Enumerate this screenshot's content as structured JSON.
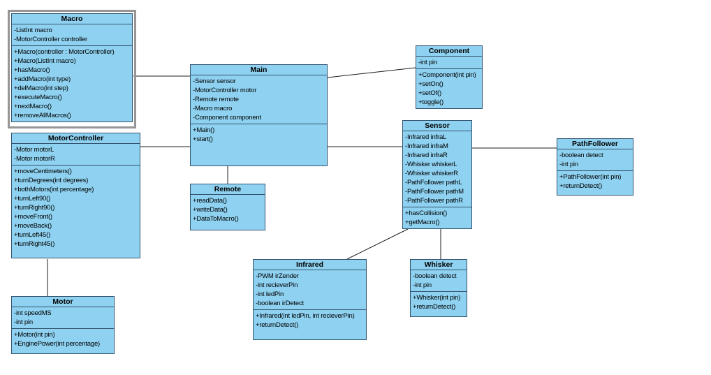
{
  "colors": {
    "class_fill": "#8ed1f0",
    "class_border": "#33536e",
    "selection_frame": "#969696",
    "connector": "#1c1c1c",
    "canvas_bg": "#ffffff"
  },
  "classes": {
    "macro": {
      "title": "Macro",
      "attributes": [
        "-ListInt macro",
        "-MotorController controller"
      ],
      "methods": [
        "+Macro(controller : MotorController)",
        "+Macro(ListInt macro)",
        "+hasMacro()",
        "+addMacro(int type)",
        "+delMacro(int step)",
        "+executeMacro()",
        "+nextMacro()",
        "+removeAllMacros()"
      ]
    },
    "motor_controller": {
      "title": "MotorController",
      "attributes": [
        "-Motor motorL",
        "-Motor motorR"
      ],
      "methods": [
        "+moveCentimeters()",
        "+turnDegrees(int degrees)",
        "+bothMotors(int percentage)",
        "+turnLeft90()",
        "+turnRight90()",
        "+moveFront()",
        "+moveBack()",
        "+turnLeft45()",
        "+turnRight45()"
      ]
    },
    "motor": {
      "title": "Motor",
      "attributes": [
        "-int speedMS",
        "-int pin"
      ],
      "methods": [
        "+Motor(int pin)",
        "+EnginePower(int percentage)"
      ]
    },
    "main": {
      "title": "Main",
      "attributes": [
        "-Sensor sensor",
        "-MotorController motor",
        "-Remote remote",
        "-Macro macro",
        "-Component component"
      ],
      "methods": [
        "+Main()",
        "+start()"
      ]
    },
    "remote": {
      "title": "Remote",
      "attributes": [],
      "methods": [
        "+readData()",
        "+writeData()",
        "+DataToMacro()"
      ]
    },
    "component": {
      "title": "Component",
      "attributes": [
        "-int pin"
      ],
      "methods": [
        "+Component(int pin)",
        "+setOn()",
        "+setOf()",
        "+toggle()"
      ]
    },
    "sensor": {
      "title": "Sensor",
      "attributes": [
        "-Infrared infraL",
        "-Infrared infraM",
        "-Infrared infraR",
        "-Whisker whiskerL",
        "-Whisker whiskerR",
        "-PathFollower pathL",
        "-PathFollower pathM",
        "-PathFollower pathR"
      ],
      "methods": [
        "+hasCollision()",
        "+getMacro()"
      ]
    },
    "infrared": {
      "title": "Infrared",
      "attributes": [
        "-PWM irZender",
        "-int recieverPin",
        "-int ledPin",
        "-boolean irDetect"
      ],
      "methods": [
        "+Infrared(int ledPin, int recieverPin)",
        "+returnDetect()"
      ]
    },
    "whisker": {
      "title": "Whisker",
      "attributes": [
        "-boolean detect",
        "-int pin"
      ],
      "methods": [
        "+Whisker(int pin)",
        "+returnDetect()"
      ]
    },
    "path_follower": {
      "title": "PathFollower",
      "attributes": [
        "-boolean detect",
        "-int pin"
      ],
      "methods": [
        "+PathFollower(int pin)",
        "+returnDetect()"
      ]
    }
  },
  "connectors": [
    {
      "from": "Macro",
      "to": "Main"
    },
    {
      "from": "MotorController",
      "to": "Main"
    },
    {
      "from": "MotorController",
      "to": "Motor"
    },
    {
      "from": "Main",
      "to": "Remote"
    },
    {
      "from": "Main",
      "to": "Component"
    },
    {
      "from": "Main",
      "to": "Sensor"
    },
    {
      "from": "Sensor",
      "to": "PathFollower"
    },
    {
      "from": "Sensor",
      "to": "Whisker"
    },
    {
      "from": "Sensor",
      "to": "Infrared"
    }
  ]
}
